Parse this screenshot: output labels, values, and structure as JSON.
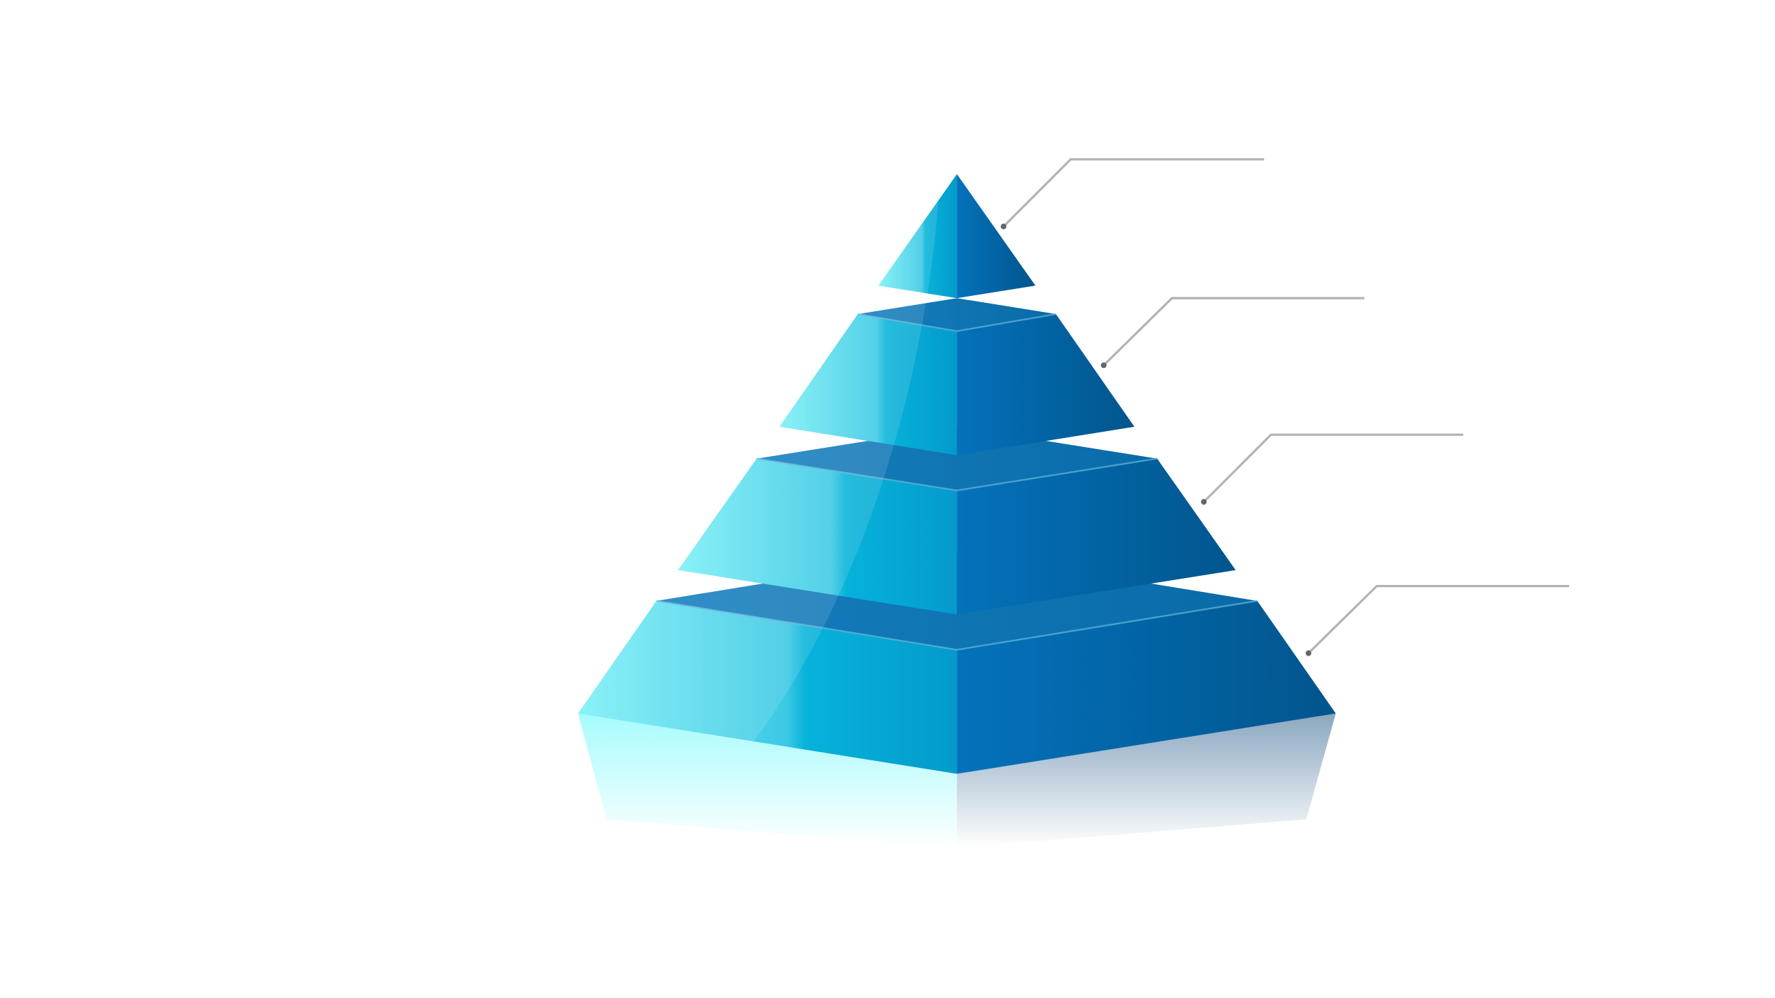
{
  "diagram": {
    "type": "pyramid",
    "tiers": 4,
    "colors": {
      "left_light": "#7af0f7",
      "left_mid": "#05b1d9",
      "right_front": "#0370b8",
      "right_dark": "#02558d",
      "top_face": "#1580bd",
      "callout_line": "#b3b3b3",
      "callout_dot": "#666666",
      "reflection_left": "#a6fbfd",
      "reflection_right": "#8aa7c0"
    },
    "callouts": [
      {
        "tier": 1,
        "label": ""
      },
      {
        "tier": 2,
        "label": ""
      },
      {
        "tier": 3,
        "label": ""
      },
      {
        "tier": 4,
        "label": ""
      }
    ]
  }
}
